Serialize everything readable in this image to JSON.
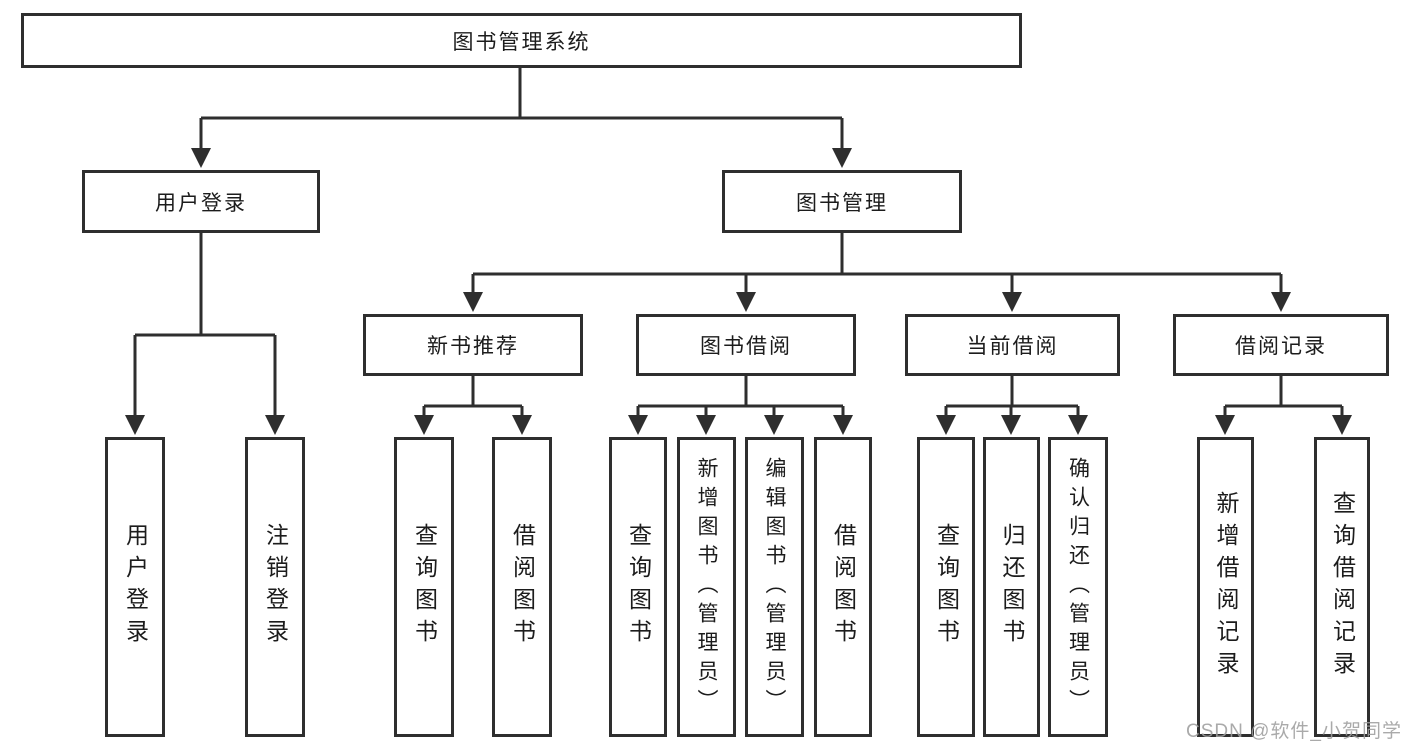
{
  "title_node": "图书管理系统",
  "branches": [
    {
      "label": "用户登录",
      "children": [
        "用户登录",
        "注销登录"
      ]
    },
    {
      "label": "图书管理",
      "sections": [
        {
          "label": "新书推荐",
          "children": [
            "查询图书",
            "借阅图书"
          ]
        },
        {
          "label": "图书借阅",
          "children": [
            "查询图书",
            "新增图书（管理员）",
            "编辑图书（管理员）",
            "借阅图书"
          ]
        },
        {
          "label": "当前借阅",
          "children": [
            "查询图书",
            "归还图书",
            "确认归还（管理员）"
          ]
        },
        {
          "label": "借阅记录",
          "children": [
            "新增借阅记录",
            "查询借阅记录"
          ]
        }
      ]
    }
  ],
  "watermark": "CSDN @软件_小贺同学",
  "colors": {
    "line": "#2e2e2e",
    "box_border": "#2e2e2e",
    "text": "#1c1c1c",
    "watermark": "#9e9e9e",
    "background": "#ffffff"
  }
}
